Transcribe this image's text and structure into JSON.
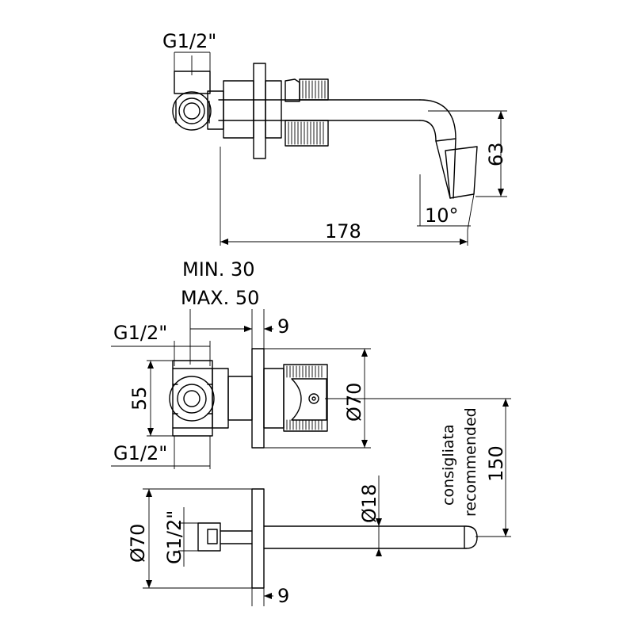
{
  "top_view": {
    "thread_label": "G1/2\"",
    "height_label": "63",
    "angle_label": "10°",
    "length_label": "178"
  },
  "front_view": {
    "min_label": "MIN. 30",
    "max_label": "MAX. 50",
    "plate_label": "9",
    "thread_top_label": "G1/2\"",
    "height_label": "55",
    "thread_bottom_label": "G1/2\"",
    "plate_diameter_label": "Ø70",
    "recommended_it_label": "consigliata",
    "recommended_en_label": "recommended",
    "recommended_value_label": "150"
  },
  "side_view": {
    "plate_diameter_label": "Ø70",
    "thread_label": "G1/2\"",
    "spout_diameter_label": "Ø18",
    "plate_label": "9"
  }
}
